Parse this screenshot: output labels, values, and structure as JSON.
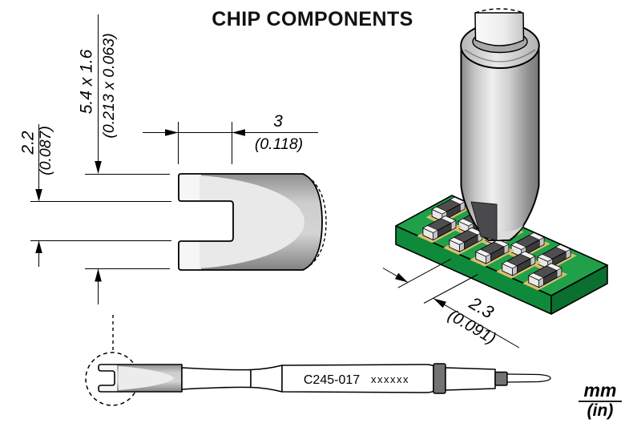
{
  "title": "CHIP COMPONENTS",
  "front_view": {
    "dim_overall": {
      "mm": "5.4 x 1.6",
      "in": "(0.213 x 0.063)"
    },
    "dim_slot": {
      "mm": "2.2",
      "in": "(0.087)"
    },
    "dim_depth": {
      "mm": "3",
      "in": "(0.118)"
    }
  },
  "iso_view": {
    "dim_pitch": {
      "mm": "2.3",
      "in": "(0.091)"
    }
  },
  "cartridge": {
    "model": "C245-017",
    "marking": "xxxxxx"
  },
  "units": {
    "metric": "mm",
    "imperial": "(in)"
  },
  "colors": {
    "line": "#000000",
    "pcb_top": "#21a04a",
    "pcb_side_left": "#0f8a3a",
    "pcb_side_right": "#0b6f2f",
    "pad": "#d9c06f",
    "component_body": "#4e4e50",
    "component_cap": "#f2f2f2",
    "metal_light": "#e8e8e8",
    "metal_dark": "#8a8a8a",
    "collar": "#737373"
  }
}
